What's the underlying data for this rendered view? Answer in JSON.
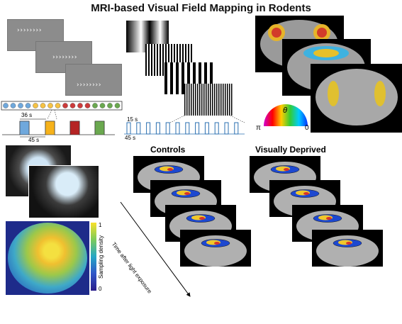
{
  "title": "MRI-based Visual Field Mapping in Rodents",
  "timing": {
    "block_on": "36 s",
    "block_total": "45 s",
    "stim_on": "15 s",
    "stim_total": "45 s"
  },
  "colorwheel": {
    "symbol": "θ",
    "left": "π",
    "right": "0"
  },
  "groups": {
    "controls": "Controls",
    "deprived": "Visually Deprived"
  },
  "time_arrow_label": "Time after light exposure",
  "colorbar": {
    "label": "Sampling density",
    "max": "1",
    "min": "0"
  },
  "colors": {
    "dots": [
      "#6fa8dc",
      "#6fa8dc",
      "#6fa8dc",
      "#6fa8dc",
      "#f6c244",
      "#f6c244",
      "#f6c244",
      "#f6c244",
      "#cc3b3b",
      "#cc3b3b",
      "#cc3b3b",
      "#cc3b3b",
      "#6aa84f",
      "#6aa84f",
      "#6aa84f",
      "#6aa84f"
    ],
    "pulses": [
      "#6fa8dc",
      "#f6b21b",
      "#b52424",
      "#6aa84f"
    ]
  }
}
